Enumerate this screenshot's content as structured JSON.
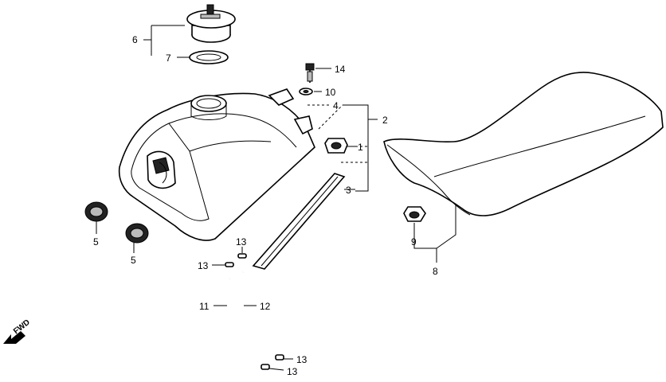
{
  "callouts": {
    "p1": "1",
    "p2": "2",
    "p3": "3",
    "p4": "4",
    "p5a": "5",
    "p5b": "5",
    "p6": "6",
    "p7": "7",
    "p8": "8",
    "p9": "9",
    "p10": "10",
    "p11": "11",
    "p12": "12",
    "p13a": "13",
    "p13b": "13",
    "p13c": "13",
    "p13d": "13",
    "p14": "14"
  },
  "direction": {
    "fwd": "FWD"
  },
  "icons": {
    "fwd": "arrow-left-down-icon"
  }
}
